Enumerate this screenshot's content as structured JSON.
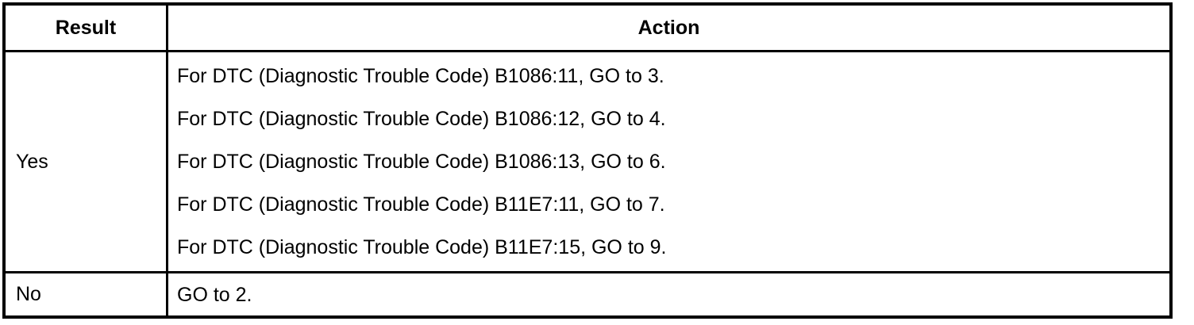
{
  "page": {
    "background_color": "#ffffff",
    "text_color": "#000000",
    "border_color": "#000000"
  },
  "table": {
    "columns": [
      {
        "label": "Result"
      },
      {
        "label": "Action"
      }
    ],
    "rows": [
      {
        "result": "Yes",
        "actions": [
          "For DTC (Diagnostic Trouble Code) B1086:11, GO to 3.",
          "For DTC (Diagnostic Trouble Code) B1086:12, GO to 4.",
          "For DTC (Diagnostic Trouble Code) B1086:13, GO to 6.",
          "For DTC (Diagnostic Trouble Code) B11E7:11, GO to 7.",
          "For DTC (Diagnostic Trouble Code) B11E7:15, GO to 9."
        ]
      },
      {
        "result": "No",
        "actions": [
          "GO to 2."
        ]
      }
    ]
  }
}
